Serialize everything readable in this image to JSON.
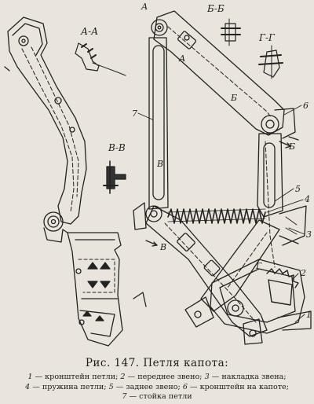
{
  "labels": {
    "section_aa": "А-А",
    "section_bb": "Б-Б",
    "section_gg": "Г-Г",
    "section_vv": "В-В",
    "mark_a": "А",
    "mark_b": "Б",
    "mark_v": "В",
    "mark_g": "Г",
    "n1": "1",
    "n2": "2",
    "n3": "3",
    "n4": "4",
    "n5": "5",
    "n6": "6",
    "n7": "7"
  },
  "caption": "Рис. 147. Петля капота:",
  "legend": [
    {
      "num": "1",
      "text": " — кронштейн петли; "
    },
    {
      "num": "2",
      "text": " — переднее звено; "
    },
    {
      "num": "3",
      "text": " — накладка звена;"
    },
    {
      "num": "4",
      "text": " — пружина петли; "
    },
    {
      "num": "5",
      "text": " — заднее звено; "
    },
    {
      "num": "6",
      "text": " — кронштейн на капоте;"
    },
    {
      "num": "7",
      "text": " — стойка петли"
    }
  ]
}
